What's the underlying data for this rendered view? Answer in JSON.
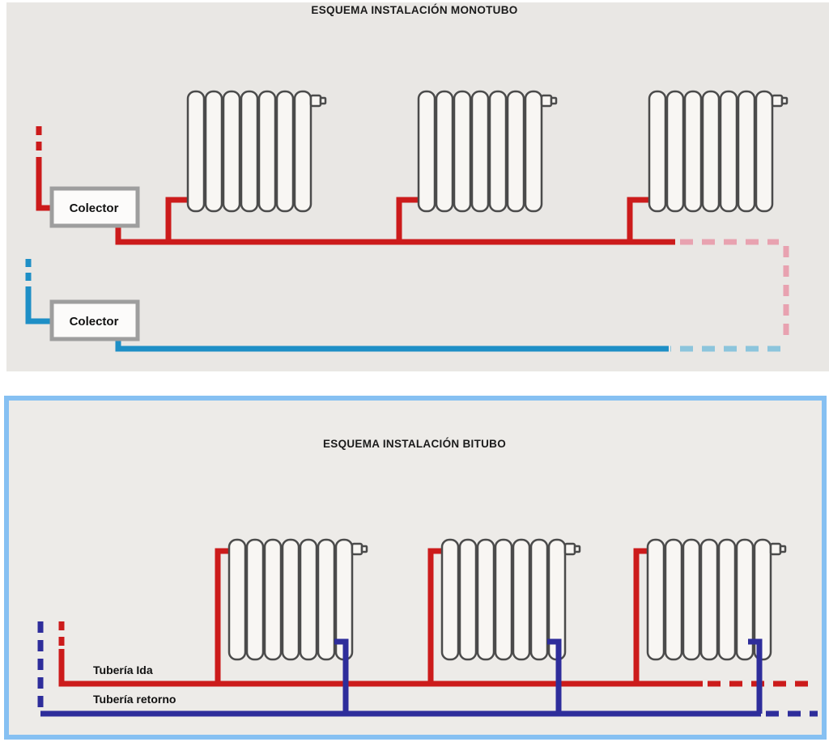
{
  "monotubo": {
    "title": "ESQUEMA INSTALACIÓN MONOTUBO",
    "collectors": [
      {
        "label": "Colector"
      },
      {
        "label": "Colector"
      }
    ],
    "colors": {
      "supply": "#cc1b1b",
      "supply_faded": "#e8a2b0",
      "return": "#1e8fc6",
      "return_faded": "#8cc5dc",
      "collector_border": "#9e9e9e",
      "background": "#e9e7e4"
    }
  },
  "bitubo": {
    "title": "ESQUEMA INSTALACIÓN BITUBO",
    "labels": {
      "supply": "Tubería Ida",
      "return": "Tubería retorno"
    },
    "colors": {
      "supply": "#cc1b1b",
      "return": "#2e2d9b",
      "frame": "#86c0f2",
      "background": "#edebe8"
    }
  }
}
